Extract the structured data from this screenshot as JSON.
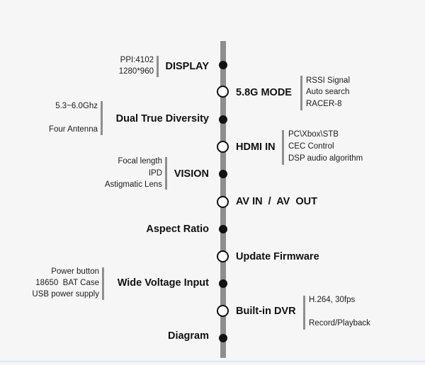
{
  "timeline": {
    "items": [
      {
        "title": "DISPLAY",
        "details": [
          "PPI:4102",
          "1280*960"
        ]
      },
      {
        "title": "5.8G MODE",
        "details": [
          "RSSI Signal",
          "Auto  search",
          "RACER-8"
        ]
      },
      {
        "title": "Dual True Diversity",
        "details": [
          "5.3~6.0Ghz",
          "Four Antenna"
        ]
      },
      {
        "title": "HDMI IN",
        "details": [
          "PC\\Xbox\\STB",
          "CEC Control",
          "DSP audio algorithm"
        ]
      },
      {
        "title": "VISION",
        "details": [
          "Focal length",
          "IPD",
          "Astigmatic Lens"
        ]
      },
      {
        "title": "AV IN  /  AV  OUT",
        "details": []
      },
      {
        "title": "Aspect Ratio",
        "details": []
      },
      {
        "title": "Update Firmware",
        "details": []
      },
      {
        "title": "Wide Voltage Input",
        "details": [
          "Power button",
          "18650  BAT Case",
          "USB power supply"
        ]
      },
      {
        "title": "Built-in DVR",
        "details": [
          "H.264, 30fps",
          "Record/Playback"
        ]
      },
      {
        "title": "Diagram",
        "details": []
      }
    ]
  },
  "colors": {
    "spine": "#8e8e8e",
    "marker": "#111111",
    "background": "#f6f6f6"
  }
}
